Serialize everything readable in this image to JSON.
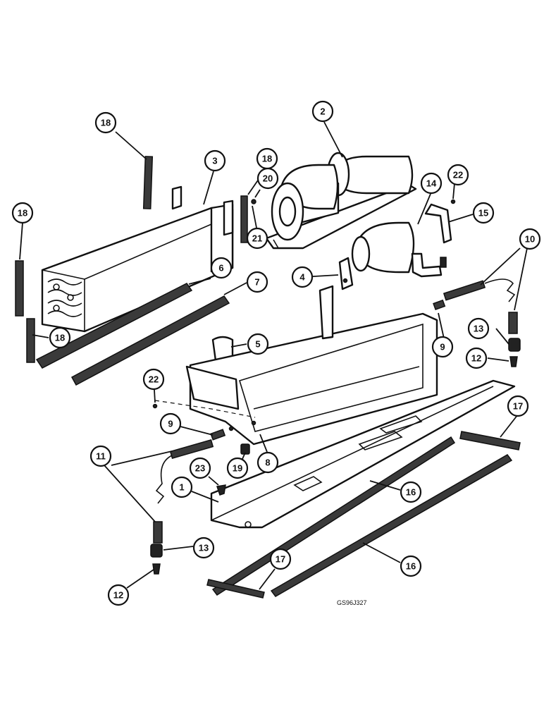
{
  "callouts": [
    {
      "label": "1"
    },
    {
      "label": "2"
    },
    {
      "label": "3"
    },
    {
      "label": "4"
    },
    {
      "label": "5"
    },
    {
      "label": "6"
    },
    {
      "label": "7"
    },
    {
      "label": "8"
    },
    {
      "label": "9"
    },
    {
      "label": "9"
    },
    {
      "label": "10"
    },
    {
      "label": "11"
    },
    {
      "label": "12"
    },
    {
      "label": "12"
    },
    {
      "label": "13"
    },
    {
      "label": "13"
    },
    {
      "label": "14"
    },
    {
      "label": "15"
    },
    {
      "label": "16"
    },
    {
      "label": "16"
    },
    {
      "label": "17"
    },
    {
      "label": "17"
    },
    {
      "label": "18"
    },
    {
      "label": "18"
    },
    {
      "label": "18"
    },
    {
      "label": "18"
    },
    {
      "label": "19"
    },
    {
      "label": "20"
    },
    {
      "label": "21"
    },
    {
      "label": "22"
    },
    {
      "label": "22"
    },
    {
      "label": "23"
    }
  ],
  "figure_code": "GS96J327"
}
